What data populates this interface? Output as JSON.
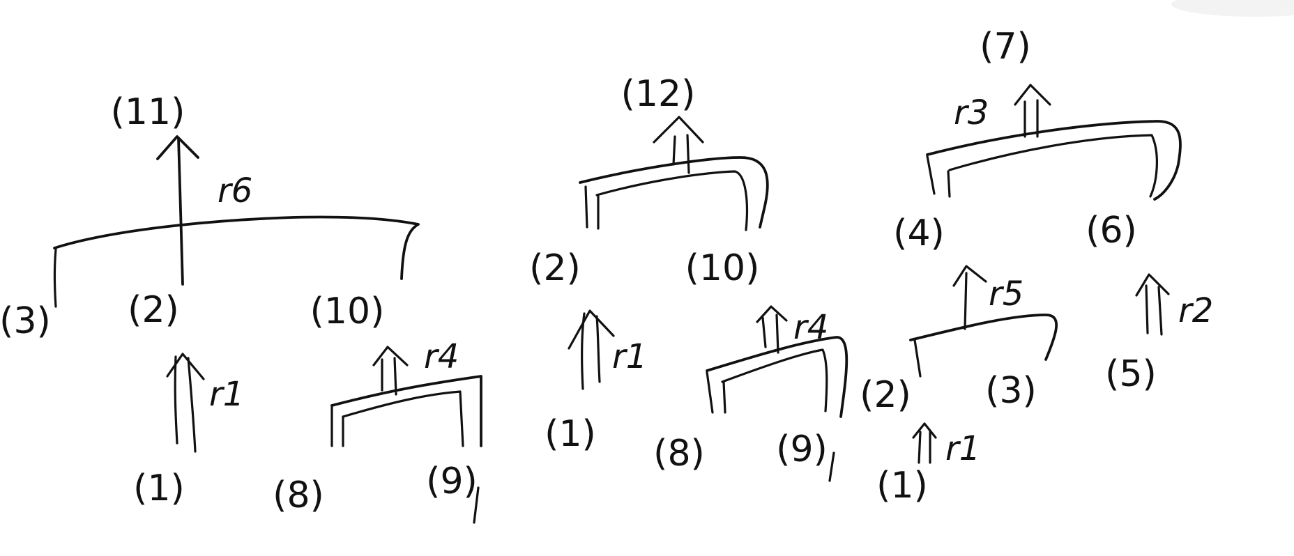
{
  "colors": {
    "ink": "#111111",
    "paper": "#ffffff"
  },
  "trees": [
    {
      "nodes": {
        "root": "(11)",
        "c3": "(3)",
        "c2": "(2)",
        "c10": "(10)",
        "n1": "(1)",
        "n8": "(8)",
        "n9": "(9)"
      },
      "rules": {
        "top": "r6",
        "left": "r1",
        "right": "r4"
      }
    },
    {
      "nodes": {
        "root": "(12)",
        "c2": "(2)",
        "c10": "(10)",
        "n1": "(1)",
        "n8": "(8)",
        "n9": "(9)"
      },
      "rules": {
        "left": "r1",
        "right": "r4"
      }
    },
    {
      "nodes": {
        "root": "(7)",
        "c4": "(4)",
        "c6": "(6)",
        "n2": "(2)",
        "n3": "(3)",
        "n5": "(5)",
        "n1": "(1)"
      },
      "rules": {
        "top": "r3",
        "mid": "r5",
        "right": "r2",
        "bottom": "r1"
      }
    }
  ]
}
